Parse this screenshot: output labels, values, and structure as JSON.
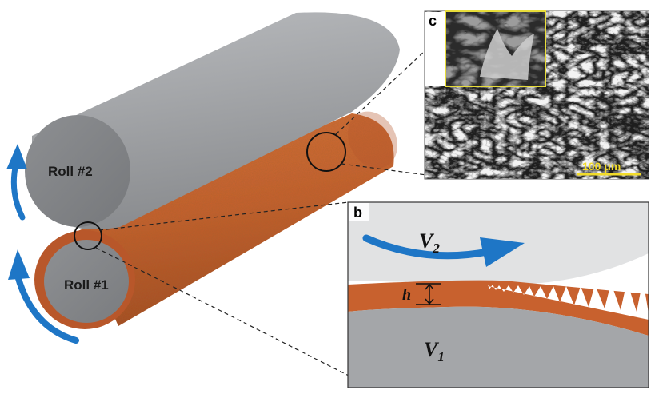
{
  "rolls": {
    "roll2_label": "Roll #2",
    "roll1_label": "Roll #1"
  },
  "panel_b": {
    "label": "b",
    "velocity_top": "V",
    "velocity_top_sub": "2",
    "velocity_bottom": "V",
    "velocity_bottom_sub": "1",
    "thickness": "h"
  },
  "panel_c": {
    "label": "c",
    "scale_bar": "100 μm"
  },
  "colors": {
    "roll_gray": "#9c9ea1",
    "film_orange": "#c8612e",
    "arrow_blue": "#1e76c6",
    "inset_frame": "#e8dd3a",
    "scale_bar": "#f2dc2a",
    "sem_dark": "#2a2a2a"
  }
}
